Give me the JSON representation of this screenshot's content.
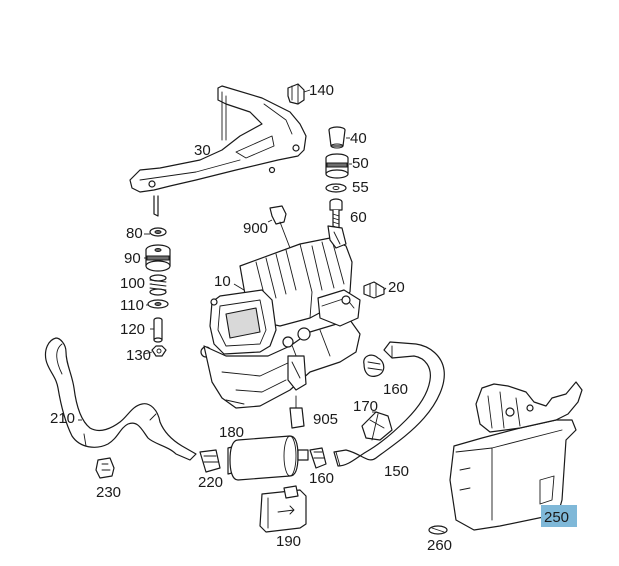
{
  "callouts": {
    "c140": "140",
    "c40": "40",
    "c50": "50",
    "c55": "55",
    "c60": "60",
    "c30": "30",
    "c900": "900",
    "c80": "80",
    "c90": "90",
    "c100": "100",
    "c110": "110",
    "c120": "120",
    "c130": "130",
    "c10": "10",
    "c20": "20",
    "c160a": "160",
    "c210": "210",
    "c170": "170",
    "c905": "905",
    "c180": "180",
    "c150": "150",
    "c160b": "160",
    "c220": "220",
    "c230": "230",
    "c190": "190",
    "c250": "250",
    "c260": "260"
  },
  "colors": {
    "highlight": "#7fb8d8",
    "ink": "#1a1a1a"
  },
  "highlighted_part": "250"
}
